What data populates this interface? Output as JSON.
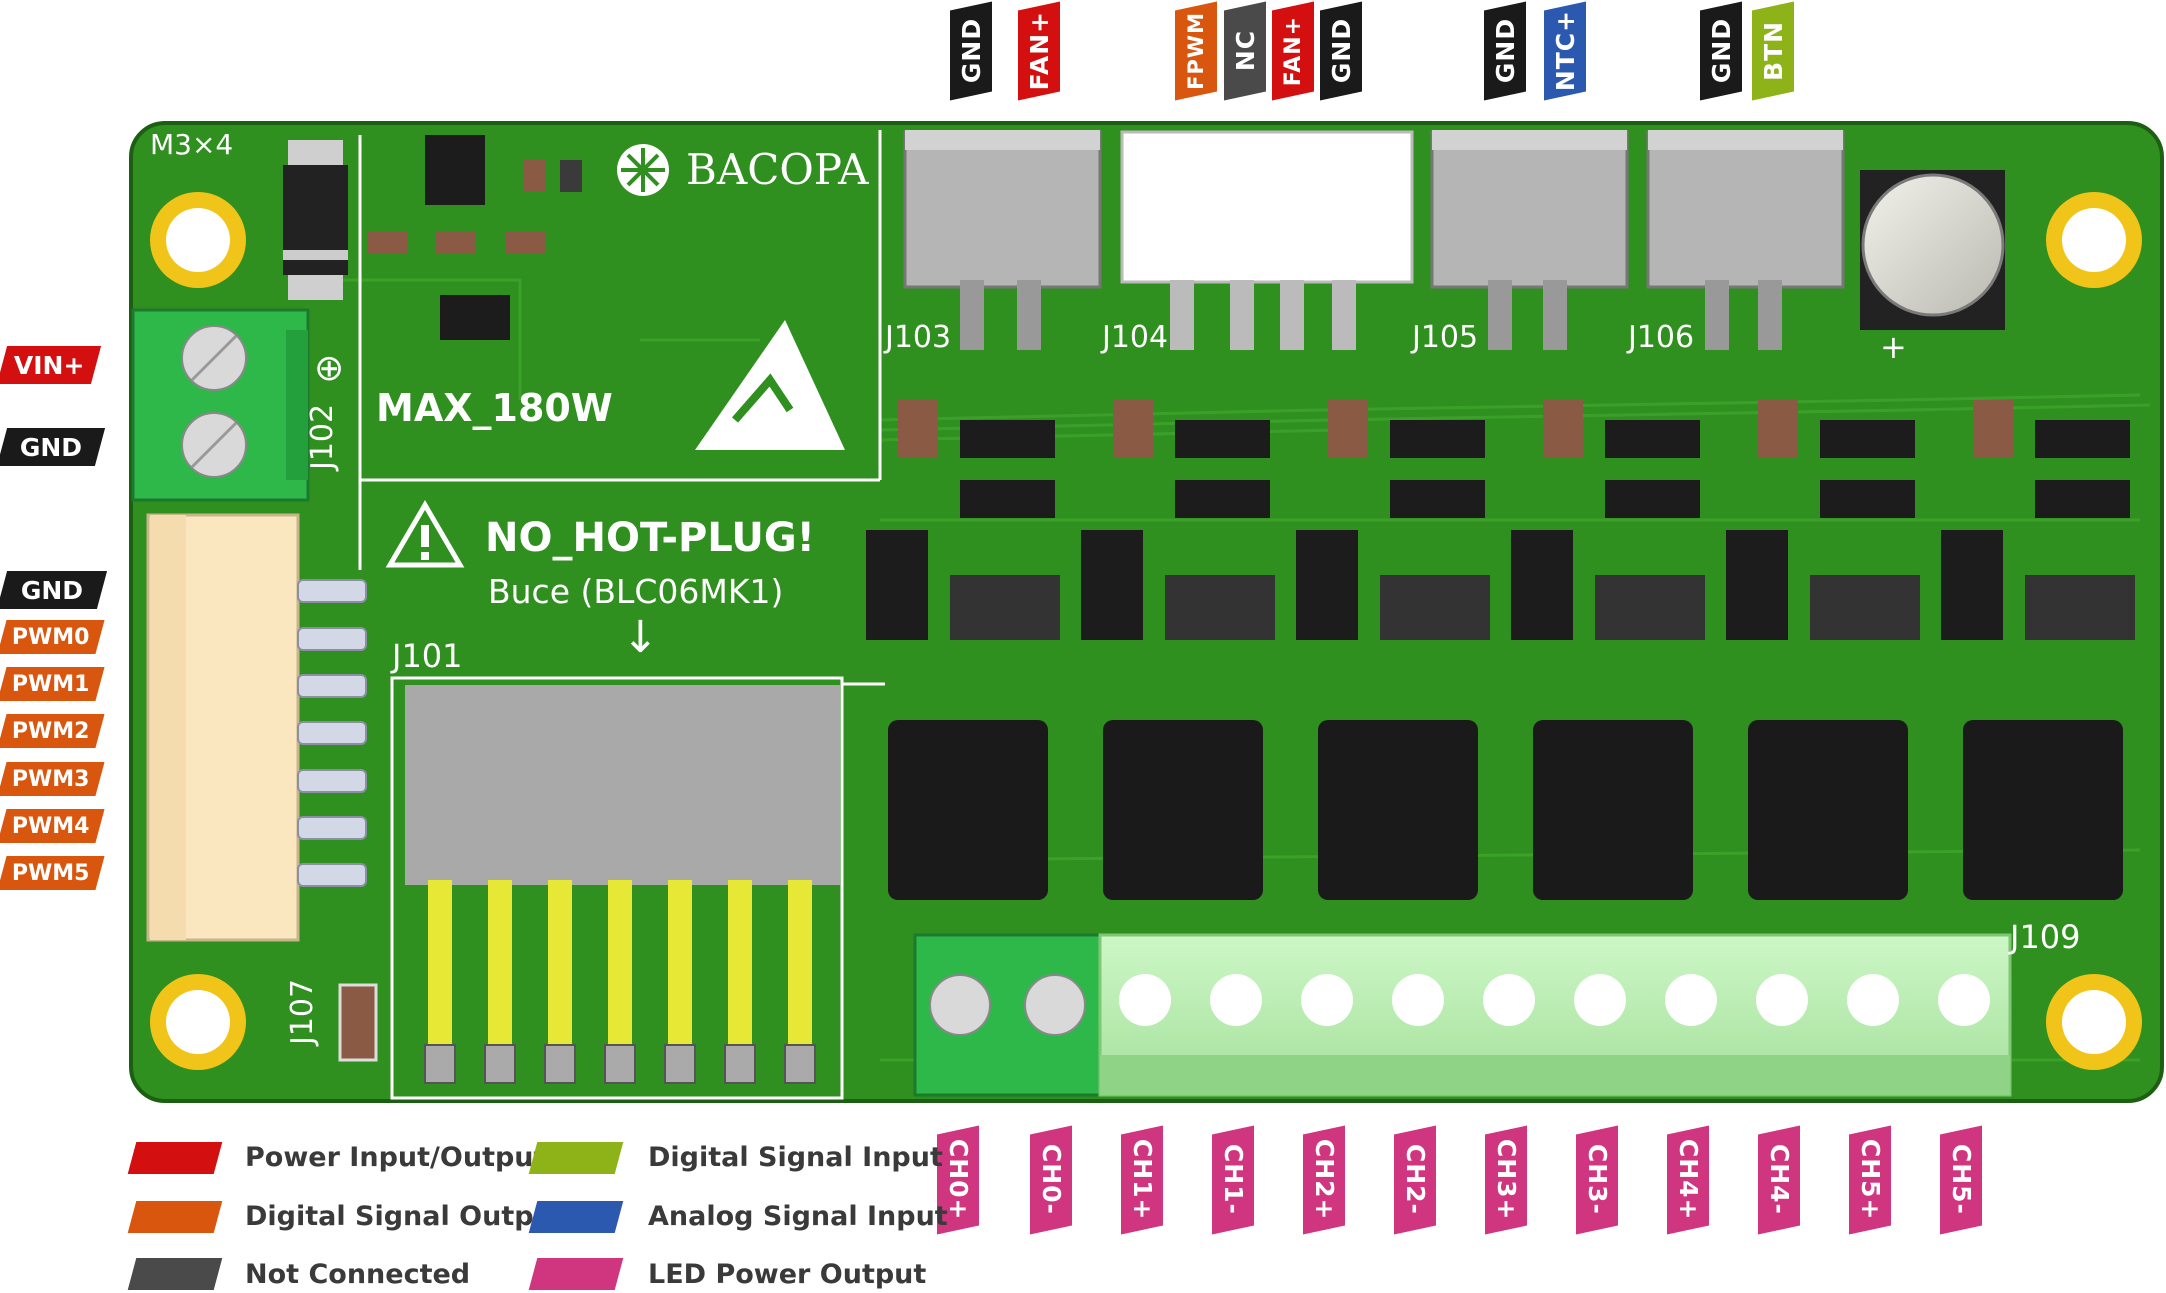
{
  "colors": {
    "power": "#d30f0f",
    "digital_output": "#d9560e",
    "not_connected": "#4a4a4a",
    "ground": "#1a1a1a",
    "digital_input": "#8db318",
    "analog_input": "#2c59b0",
    "led_output": "#d03580",
    "pcb": "#2f8f1f"
  },
  "board": {
    "brand": "BACOPA",
    "mount_hole_label": "M3×4",
    "max_power": "MAX_180W",
    "warning": "NO_HOT-PLUG!",
    "buck_label": "Buce (BLC06MK1)",
    "down_arrow": "↓",
    "plus_sign": "⊕",
    "cap_plus": "+",
    "connectors": {
      "j101": "J101",
      "j102": "J102",
      "j103": "J103",
      "j104": "J104",
      "j105": "J105",
      "j106": "J106",
      "j107": "J107",
      "j109": "J109"
    }
  },
  "left_pins": {
    "power": [
      {
        "label": "VIN+",
        "type": "power"
      },
      {
        "label": "GND",
        "type": "ground"
      }
    ],
    "signals": [
      {
        "label": "GND",
        "type": "ground"
      },
      {
        "label": "PWM0",
        "type": "digital_output"
      },
      {
        "label": "PWM1",
        "type": "digital_output"
      },
      {
        "label": "PWM2",
        "type": "digital_output"
      },
      {
        "label": "PWM3",
        "type": "digital_output"
      },
      {
        "label": "PWM4",
        "type": "digital_output"
      },
      {
        "label": "PWM5",
        "type": "digital_output"
      }
    ]
  },
  "top_pins": [
    {
      "label": "GND",
      "type": "ground"
    },
    {
      "label": "FAN+",
      "type": "power"
    },
    {
      "label": "FPWM",
      "type": "digital_output"
    },
    {
      "label": "NC",
      "type": "not_connected"
    },
    {
      "label": "FAN+",
      "type": "power"
    },
    {
      "label": "GND",
      "type": "ground"
    },
    {
      "label": "GND",
      "type": "ground"
    },
    {
      "label": "NTC+",
      "type": "analog_input"
    },
    {
      "label": "GND",
      "type": "ground"
    },
    {
      "label": "BTN",
      "type": "digital_input"
    }
  ],
  "bottom_pins": [
    {
      "label": "CH0+"
    },
    {
      "label": "CH0-"
    },
    {
      "label": "CH1+"
    },
    {
      "label": "CH1-"
    },
    {
      "label": "CH2+"
    },
    {
      "label": "CH2-"
    },
    {
      "label": "CH3+"
    },
    {
      "label": "CH3-"
    },
    {
      "label": "CH4+"
    },
    {
      "label": "CH4-"
    },
    {
      "label": "CH5+"
    },
    {
      "label": "CH5-"
    }
  ],
  "legend": [
    {
      "label": "Power Input/Output",
      "type": "power"
    },
    {
      "label": "Digital Signal Output",
      "type": "digital_output"
    },
    {
      "label": "Not Connected",
      "type": "not_connected"
    },
    {
      "label": "Digital Signal Input",
      "type": "digital_input"
    },
    {
      "label": "Analog Signal Input",
      "type": "analog_input"
    },
    {
      "label": "LED Power Output",
      "type": "led_output"
    }
  ]
}
